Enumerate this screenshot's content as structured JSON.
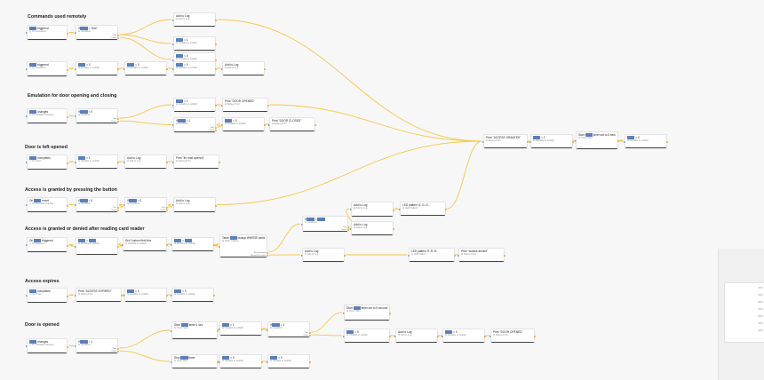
{
  "colors": {
    "wire": "#f7c645",
    "port_in": "#4a90d9",
    "port_out": "#f0a43a",
    "chip": "#5b7fb8",
    "chip_gray": "#8c8c90",
    "canvas": "#f7f7f8"
  },
  "icons": {
    "input_port": "triangle-right",
    "output_port": "dot"
  },
  "sections": [
    {
      "id": "sec1",
      "title": "Commands used remotely"
    },
    {
      "id": "sec2",
      "title": "Emulation for door opening and closing"
    },
    {
      "id": "sec3",
      "title": "Door is left opened"
    },
    {
      "id": "sec4",
      "title": "Access is granted by pressing the button"
    },
    {
      "id": "sec5",
      "title": "Access is granted or denied after reading card reader"
    },
    {
      "id": "sec6",
      "title": "Access expires"
    },
    {
      "id": "sec7",
      "title": "Door is opened"
    }
  ],
  "nodes": [
    {
      "id": "n01",
      "title": "███ triggered",
      "sub": "⊙ On command"
    },
    {
      "id": "n02",
      "title": "if ███ = \"true\"",
      "sub": "⊟ Condition",
      "outs": [
        "True",
        "False"
      ]
    },
    {
      "id": "n03",
      "title": "Add to Log",
      "sub": "⊟ Add to Log"
    },
    {
      "id": "n04",
      "title": "███ = 1",
      "sub": "⊟ Variable to publish"
    },
    {
      "id": "n05",
      "title": "███ = 0",
      "sub": "⊟ Variable to publish"
    },
    {
      "id": "n06",
      "title": "███ triggered",
      "sub": "⊙ On command"
    },
    {
      "id": "n07",
      "title": "███ = 0",
      "sub": "⊟ Variable to publish"
    },
    {
      "id": "n08",
      "title": "███ = 0",
      "sub": "⊟ Variable to publish"
    },
    {
      "id": "n09",
      "title": "███ = 0",
      "sub": "⊟ Variable to publish"
    },
    {
      "id": "n10",
      "title": "Add to Log",
      "sub": "⊟ Add to Log"
    },
    {
      "id": "n11",
      "title": "███ changes",
      "sub": "⊙ On Variable Changes"
    },
    {
      "id": "n12",
      "title": "if ███ = 0",
      "sub": "⊟ Condition",
      "outs": [
        "True",
        "False"
      ]
    },
    {
      "id": "n13",
      "title": "███ = 1",
      "sub": "⊟ Variable to publish"
    },
    {
      "id": "n14",
      "title": "Print \"DOOR OPENED\"",
      "sub": "⊟ Debug Print"
    },
    {
      "id": "n15",
      "title": "if ███ = 1",
      "sub": "⊟ Condition",
      "outs": [
        "True",
        "False"
      ]
    },
    {
      "id": "n16",
      "title": "███ = 0",
      "sub": "⊟ Variable to publish"
    },
    {
      "id": "n17",
      "title": "Print \"DOOR CLOSED\"",
      "sub": "⊟ Debug Print"
    },
    {
      "id": "n18",
      "title": "███ completes",
      "sub": "⊙ On Timer"
    },
    {
      "id": "n19",
      "title": "███ = 1",
      "sub": "⊟ Variable to publish"
    },
    {
      "id": "n20",
      "title": "Add to Log",
      "sub": "⊟ Add to Log"
    },
    {
      "id": "n21",
      "title": "Print \"Ihr mail opened\"",
      "sub": "⊟ Debug Print"
    },
    {
      "id": "n22",
      "title": "On ███ event",
      "sub": "⊙ On Physical Channel"
    },
    {
      "id": "n23",
      "title": "if ███ = 0",
      "sub": "⊟ Condition",
      "outs": [
        "True",
        "False"
      ]
    },
    {
      "id": "n24",
      "title": "if ███ = 0",
      "sub": "⊟ Condition",
      "outs": [
        "True",
        "False"
      ]
    },
    {
      "id": "n25",
      "title": "Add to Log",
      "sub": "⊟ Add to Log"
    },
    {
      "id": "n26",
      "title": "Print \"ACCESS GRANTED\"",
      "sub": "⊟ Debug Print"
    },
    {
      "id": "n27",
      "title": "███ = 1",
      "sub": "⊟ Variable to publish"
    },
    {
      "id": "n28",
      "title": "Start ███ timer set to 5 seconds",
      "sub": "⊟ Timer Start"
    },
    {
      "id": "n29",
      "title": "███ = 0",
      "sub": "⊟ Variable to publish"
    },
    {
      "id": "n30",
      "title": "On ███ triggered",
      "sub": "⊙ On Request"
    },
    {
      "id": "n31",
      "title": "███ = ███",
      "sub": "⊟ Variable to publish"
    },
    {
      "id": "n32",
      "title": "Set Custom field line",
      "sub": "⊟ Variable to publish"
    },
    {
      "id": "n33",
      "title": "███ = ███",
      "sub": "⊟ Variable to publish"
    },
    {
      "id": "n34",
      "title": "Table ███ lookup WHERE cardld == ███",
      "sub": "⊟ Table Lookup",
      "outs": [
        "Record found",
        "Record Not found"
      ]
    },
    {
      "id": "n35",
      "title": "if ███ = ███",
      "sub": "⊟ Condition",
      "outs": [
        "True",
        "False"
      ]
    },
    {
      "id": "n36",
      "title": "Add to Log",
      "sub": "⊟ Add to Log"
    },
    {
      "id": "n37",
      "title": "Add to Log",
      "sub": "⊟ Add to Log"
    },
    {
      "id": "n38",
      "title": "LED pattern G..G..G..",
      "sub": "⊟ LED Pattern"
    },
    {
      "id": "n39",
      "title": "Add to Log",
      "sub": "⊟ Add to Log"
    },
    {
      "id": "n40",
      "title": "LED pattern R..R..R..",
      "sub": "⊟ LED Pattern"
    },
    {
      "id": "n41",
      "title": "Print \"access denied\"",
      "sub": "⊟ Debug Print"
    },
    {
      "id": "n42",
      "title": "███ completes",
      "sub": "⊙ On Timer"
    },
    {
      "id": "n43",
      "title": "Print \"ACCESS EXPIRED\"",
      "sub": "⊟ Debug Print"
    },
    {
      "id": "n44",
      "title": "███ = 0",
      "sub": "⊟ Variable to publish"
    },
    {
      "id": "n45",
      "title": "███ = 0",
      "sub": "⊟ Variable to publish"
    },
    {
      "id": "n46",
      "title": "███ changes",
      "sub": "⊙ On Variable Changes"
    },
    {
      "id": "n47",
      "title": "if ███ = 1",
      "sub": "⊟ Condition",
      "outs": [
        "True",
        "False"
      ]
    },
    {
      "id": "n48",
      "title": "Start ███ timer 1 sec",
      "sub": "⊟ Timer Start"
    },
    {
      "id": "n49",
      "title": "███ = 1",
      "sub": "⊟ Variable to publish"
    },
    {
      "id": "n50",
      "title": "if ███ = 1",
      "sub": "⊟ Condition",
      "outs": [
        "True",
        "False"
      ]
    },
    {
      "id": "n51",
      "title": "Start ███ timer set to 5 seconds",
      "sub": "⊟ Timer Start"
    },
    {
      "id": "n52",
      "title": "███ = 0",
      "sub": "⊟ Variable to publish"
    },
    {
      "id": "n53",
      "title": "Add to Log",
      "sub": "⊟ Add to Log"
    },
    {
      "id": "n54",
      "title": "███ = 0",
      "sub": "⊟ Variable to publish"
    },
    {
      "id": "n55",
      "title": "Print \"DOOR OPENED\"",
      "sub": "⊟ Debug Print"
    },
    {
      "id": "n56",
      "title": "Stop ███ timer",
      "sub": "⊟ Timer Stop"
    },
    {
      "id": "n57",
      "title": "███ = 0",
      "sub": "⊟ Variable to publish"
    },
    {
      "id": "n58",
      "title": "███ = 0",
      "sub": "⊟ Variable to publish"
    }
  ]
}
